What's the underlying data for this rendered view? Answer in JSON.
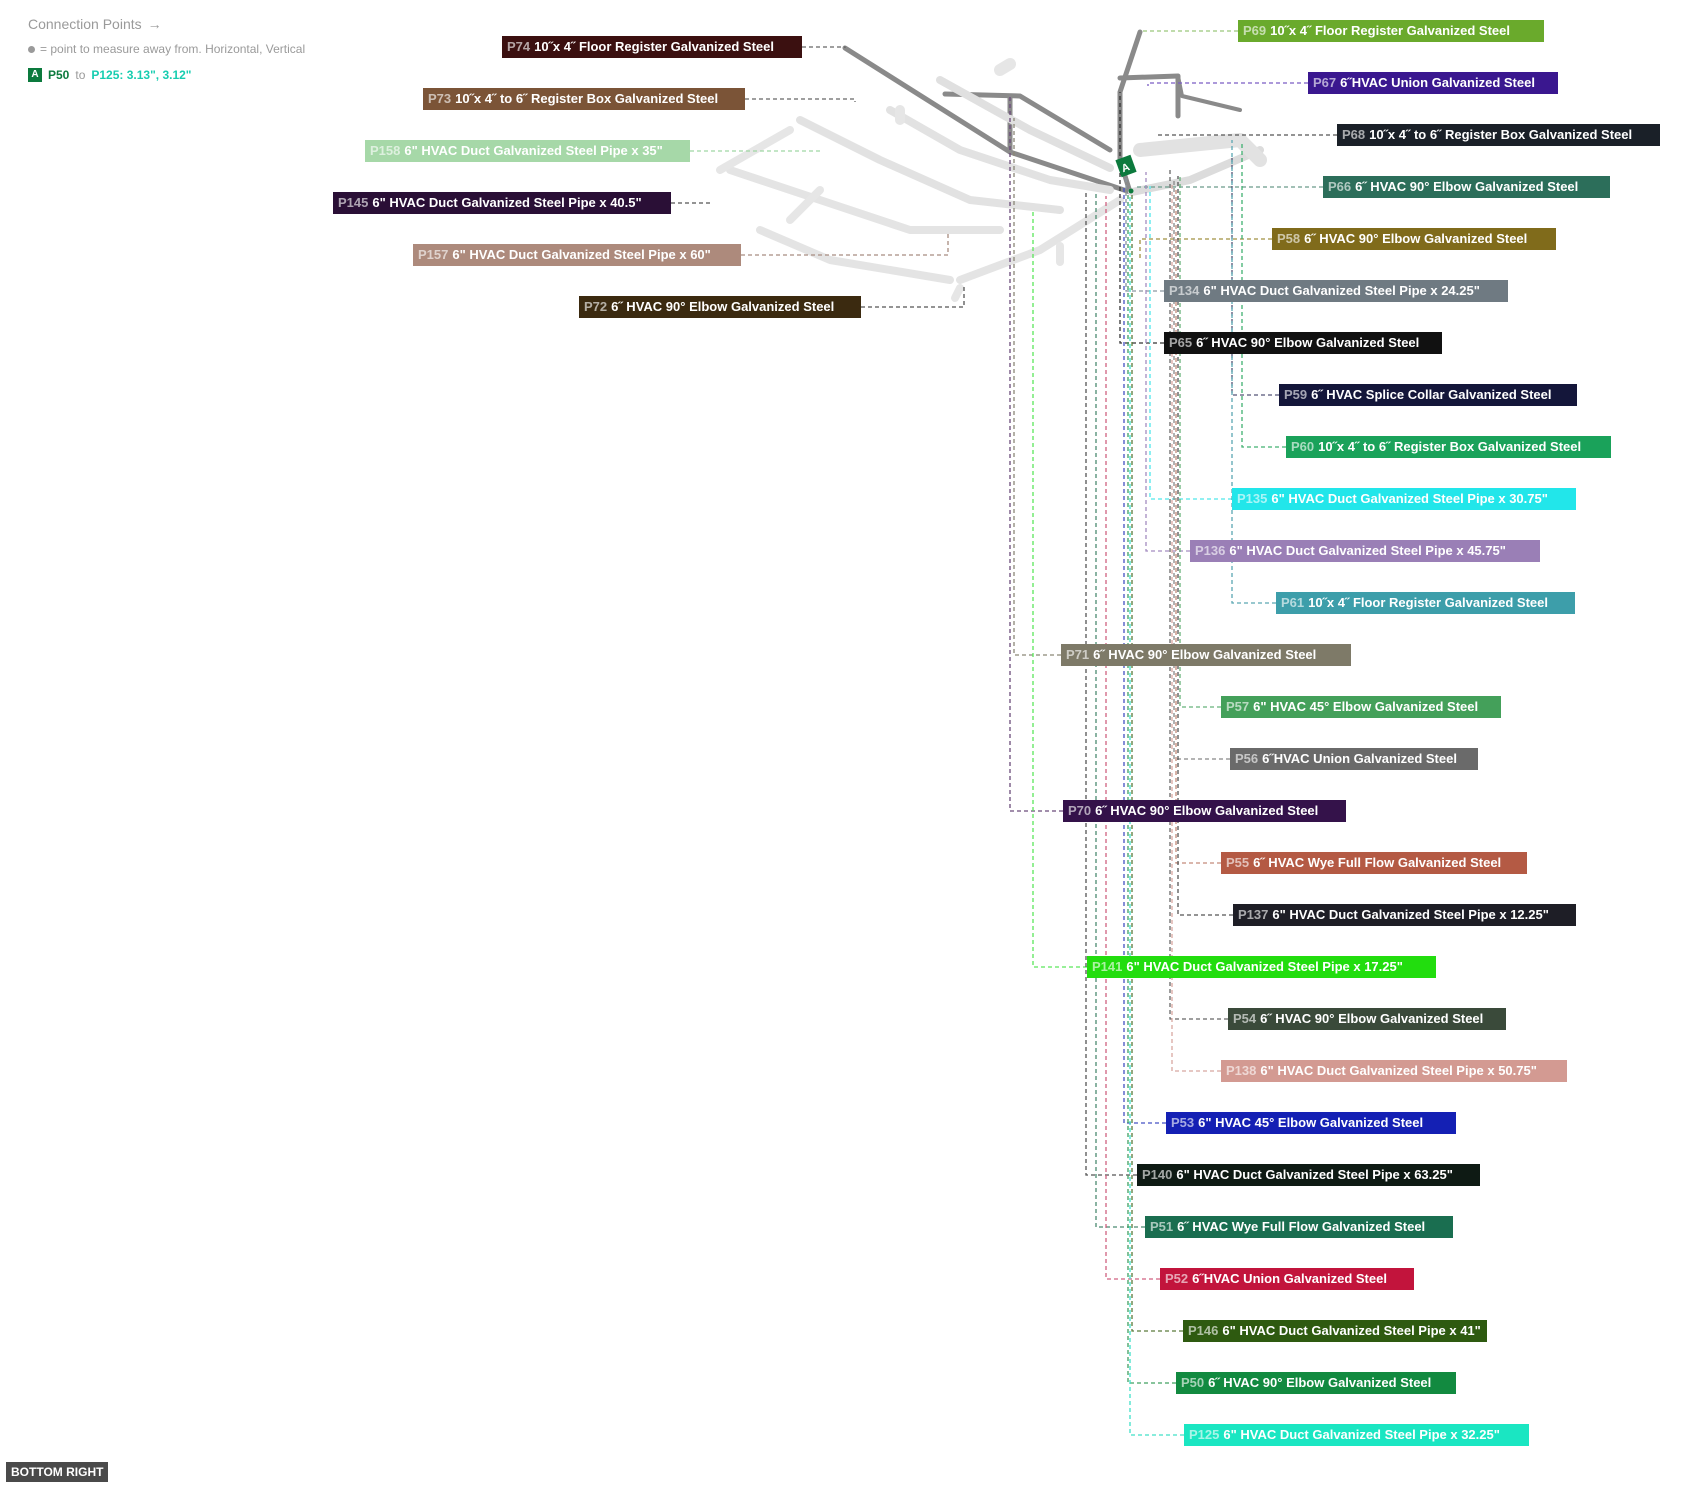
{
  "legend": {
    "title": "Connection Points",
    "arrow": "→",
    "hint": "= point to measure away from. Horizontal, Vertical",
    "badge_letter": "A",
    "from_part": "P50",
    "to_word": "to",
    "to_value": "P125: 3.13\", 3.12\""
  },
  "marker_letter": "A",
  "corner_label": "BOTTOM RIGHT",
  "labels": [
    {
      "id": "P74",
      "text": "10˝x 4˝ Floor Register Galvanized Steel",
      "color": "#3b1010"
    },
    {
      "id": "P73",
      "text": "10˝x 4˝ to 6˝ Register Box Galvanized Steel",
      "color": "#7b5437"
    },
    {
      "id": "P158",
      "text": "6\" HVAC Duct Galvanized Steel Pipe x 35\"",
      "color": "#a6d8a8"
    },
    {
      "id": "P145",
      "text": "6\" HVAC Duct Galvanized Steel Pipe x 40.5\"",
      "color": "#2a0f36"
    },
    {
      "id": "P157",
      "text": "6\" HVAC Duct Galvanized Steel Pipe x 60\"",
      "color": "#ad8a7c"
    },
    {
      "id": "P72",
      "text": "6˝ HVAC 90° Elbow Galvanized Steel",
      "color": "#3b2a10"
    },
    {
      "id": "P69",
      "text": "10˝x 4˝ Floor Register Galvanized Steel",
      "color": "#6aaa2c"
    },
    {
      "id": "P67",
      "text": "6˝HVAC Union Galvanized Steel",
      "color": "#3a178f"
    },
    {
      "id": "P68",
      "text": "10˝x 4˝ to 6˝ Register Box Galvanized Steel",
      "color": "#1a2028"
    },
    {
      "id": "P66",
      "text": "6˝ HVAC 90° Elbow Galvanized Steel",
      "color": "#2c6e5a"
    },
    {
      "id": "P58",
      "text": "6˝ HVAC 90° Elbow Galvanized Steel",
      "color": "#806b1b"
    },
    {
      "id": "P134",
      "text": "6\" HVAC Duct Galvanized Steel Pipe x 24.25\"",
      "color": "#6f7a82"
    },
    {
      "id": "P65",
      "text": "6˝ HVAC 90° Elbow Galvanized Steel",
      "color": "#111111"
    },
    {
      "id": "P59",
      "text": "6˝ HVAC Splice Collar Galvanized Steel",
      "color": "#14163a"
    },
    {
      "id": "P60",
      "text": "10˝x 4˝ to 6˝ Register Box Galvanized Steel",
      "color": "#1aa25a"
    },
    {
      "id": "P135",
      "text": "6\" HVAC Duct Galvanized Steel Pipe x 30.75\"",
      "color": "#22e6ea"
    },
    {
      "id": "P136",
      "text": "6\" HVAC Duct Galvanized Steel Pipe x 45.75\"",
      "color": "#9a7fb6"
    },
    {
      "id": "P61",
      "text": "10˝x 4˝ Floor Register Galvanized Steel",
      "color": "#3d9eaa"
    },
    {
      "id": "P71",
      "text": "6˝ HVAC 90° Elbow Galvanized Steel",
      "color": "#7e7a68"
    },
    {
      "id": "P57",
      "text": "6\" HVAC 45° Elbow Galvanized Steel",
      "color": "#44a05a"
    },
    {
      "id": "P56",
      "text": "6˝HVAC Union Galvanized Steel",
      "color": "#6a6a6a"
    },
    {
      "id": "P70",
      "text": "6˝ HVAC 90° Elbow Galvanized Steel",
      "color": "#34124a"
    },
    {
      "id": "P55",
      "text": "6˝ HVAC Wye Full Flow Galvanized Steel",
      "color": "#b45a44"
    },
    {
      "id": "P137",
      "text": "6\" HVAC Duct Galvanized Steel Pipe x 12.25\"",
      "color": "#1e1e26"
    },
    {
      "id": "P141",
      "text": "6\" HVAC Duct Galvanized Steel Pipe x 17.25\"",
      "color": "#22dd0e"
    },
    {
      "id": "P54",
      "text": "6˝ HVAC 90° Elbow Galvanized Steel",
      "color": "#3a4a3a"
    },
    {
      "id": "P138",
      "text": "6\" HVAC Duct Galvanized Steel Pipe x 50.75\"",
      "color": "#d39a92"
    },
    {
      "id": "P53",
      "text": "6\" HVAC 45° Elbow Galvanized Steel",
      "color": "#1420b4"
    },
    {
      "id": "P140",
      "text": "6\" HVAC Duct Galvanized Steel Pipe x 63.25\"",
      "color": "#0e1a14"
    },
    {
      "id": "P51",
      "text": "6˝ HVAC Wye Full Flow Galvanized Steel",
      "color": "#1a6e50"
    },
    {
      "id": "P52",
      "text": "6˝HVAC Union Galvanized Steel",
      "color": "#c2143c"
    },
    {
      "id": "P146",
      "text": "6\" HVAC Duct Galvanized Steel Pipe x 41\"",
      "color": "#2e5a10"
    },
    {
      "id": "P50",
      "text": "6˝ HVAC 90° Elbow Galvanized Steel",
      "color": "#128a40"
    },
    {
      "id": "P125",
      "text": "6\" HVAC Duct Galvanized Steel Pipe x 32.25\"",
      "color": "#1ae6c2"
    }
  ]
}
